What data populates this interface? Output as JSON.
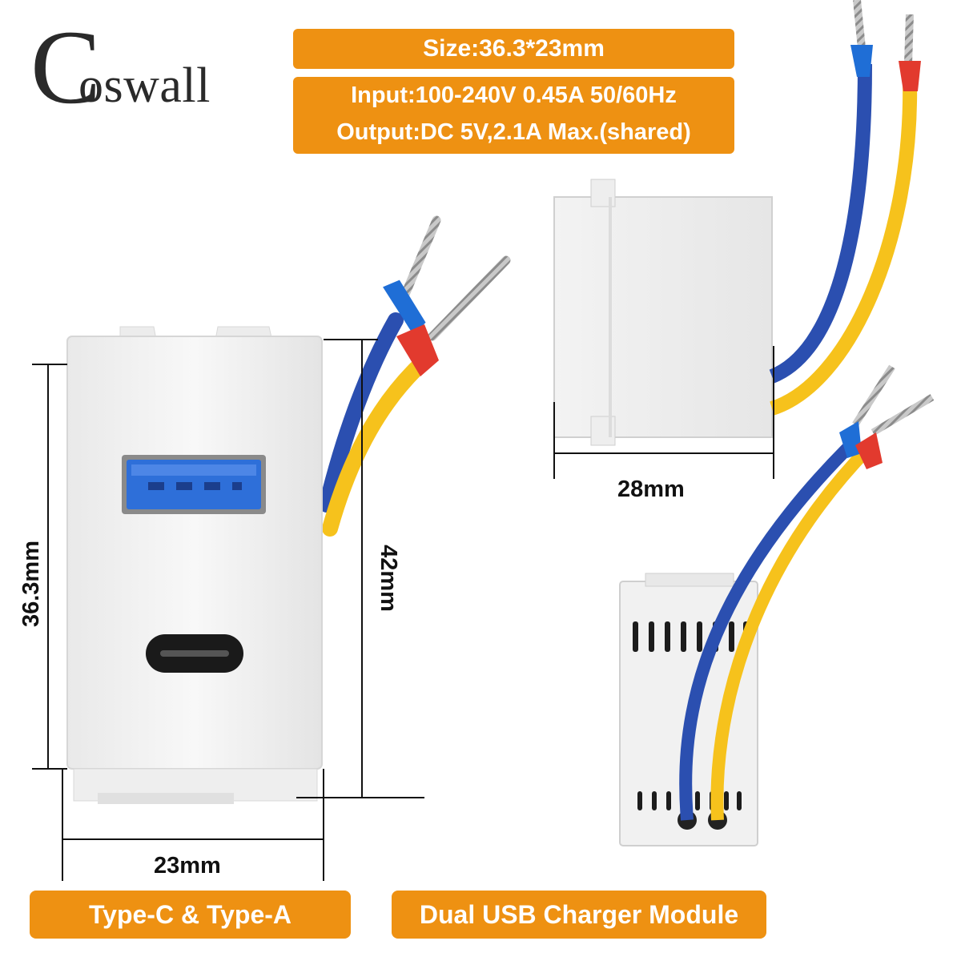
{
  "brand": {
    "name": "Coswall",
    "initial": "C",
    "rest": "oswall"
  },
  "specs": {
    "size": "Size:36.3*23mm",
    "input": "Input:100-240V 0.45A 50/60Hz",
    "output": "Output:DC 5V,2.1A Max.(shared)"
  },
  "dimensions": {
    "height": "36.3mm",
    "frame_height": "42mm",
    "width": "23mm",
    "depth": "28mm"
  },
  "labels": {
    "ports": "Type-C & Type-A",
    "product": "Dual USB Charger Module"
  },
  "colors": {
    "accent": "#ee9112",
    "wire_blue": "#2b4fb0",
    "wire_yellow": "#f6c21c",
    "ferrule_blue": "#1f6ed6",
    "ferrule_red": "#e23a2e",
    "usb_a_blue": "#2e6fd9"
  }
}
